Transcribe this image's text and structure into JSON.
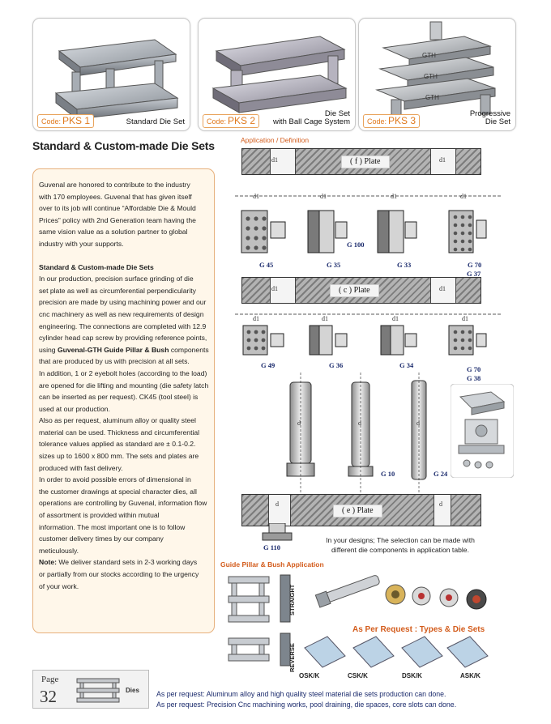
{
  "products": [
    {
      "code_prefix": "Code:",
      "code": "PKS 1",
      "caption": "Standard Die Set"
    },
    {
      "code_prefix": "Code:",
      "code": "PKS 2",
      "caption_line1": "Die Set",
      "caption_line2": "with Ball Cage System"
    },
    {
      "code_prefix": "Code:",
      "code": "PKS 3",
      "caption_line1": "Progressive",
      "caption_line2": "Die Set",
      "brand": "GTH"
    }
  ],
  "heading": "Standard & Custom-made Die Sets",
  "intro": [
    "Guvenal are honored to contribute to the industry",
    "with 170 employees. Guvenal that has given itself",
    "over to its job will continue “Affordable Die & Mould",
    "Prices” policy with 2nd Generation team having the",
    "same vision value as a solution partner to global",
    "industry with your supports."
  ],
  "subheading": "Standard & Custom-made Die Sets",
  "body": [
    "In our production, precision surface grinding of die",
    "set plate as well as circumferential perpendicularity",
    "precision are made by using machining power and our",
    "cnc machinery as well as new requirements of design",
    "engineering. The connections are completed with 12.9",
    "cylinder head cap screw by providing reference points,",
    "@@using |Guvenal-GTH Guide Pillar & Bush| components",
    "that are produced by us with precision at all sets.",
    "In addition, 1 or 2 eyebolt holes (according to the load)",
    "are opened for die lifting and mounting (die safety latch",
    "can be inserted as per request). CK45 (tool steel) is",
    "used at our production.",
    "Also as per request, aluminum alloy or quality steel",
    "material can be used. Thickness and circumferential",
    "tolerance values applied as standard are ± 0.1-0.2.",
    "sizes up to 1600 x 800 mm. The sets and plates are",
    "produced with fast delivery.",
    "In order to avoid possible errors of dimensional in",
    "the customer drawings at special character dies, all",
    "operations are controlling by Guvenal, information flow",
    "of assortment is provided within mutual",
    "information. The most important one is to follow",
    "customer delivery times by our company",
    "meticulously.",
    "@@|Note:| We deliver standard sets in 2-3 working days",
    "or partially from our stocks according to the urgency",
    "of your work."
  ],
  "diagram": {
    "title": "Application / Definition",
    "plate_f": "( f ) Plate",
    "plate_c": "( c ) Plate",
    "plate_e": "( e ) Plate",
    "d1": "d1",
    "d": "d",
    "row1": [
      "G 45",
      "G 35",
      "G 33",
      "G 70",
      "G 37",
      "G 100"
    ],
    "row2": [
      "G 49",
      "G 36",
      "G 34",
      "G 70",
      "G 38"
    ],
    "pins": [
      "G 10",
      "G 24"
    ],
    "bottom_part": "G 110",
    "note_line1": "In your designs; The selection can be made with",
    "note_line2": "different die components in application table."
  },
  "guide_title": "Guide Pillar & Bush Application",
  "straight": "STRAIGHT",
  "reverse": "REVERSE",
  "types_title": "As Per Request : Types & Die Sets",
  "types": [
    "OSK/K",
    "CSK/K",
    "DSK/K",
    "ASK/K"
  ],
  "page": {
    "label": "Page",
    "number": "32",
    "section": "Dies"
  },
  "footer": [
    "As per request: Aluminum alloy and high quality steel material die sets production can done.",
    "As per request: Precision Cnc machining works, pool draining, die spaces, core slots can done."
  ]
}
